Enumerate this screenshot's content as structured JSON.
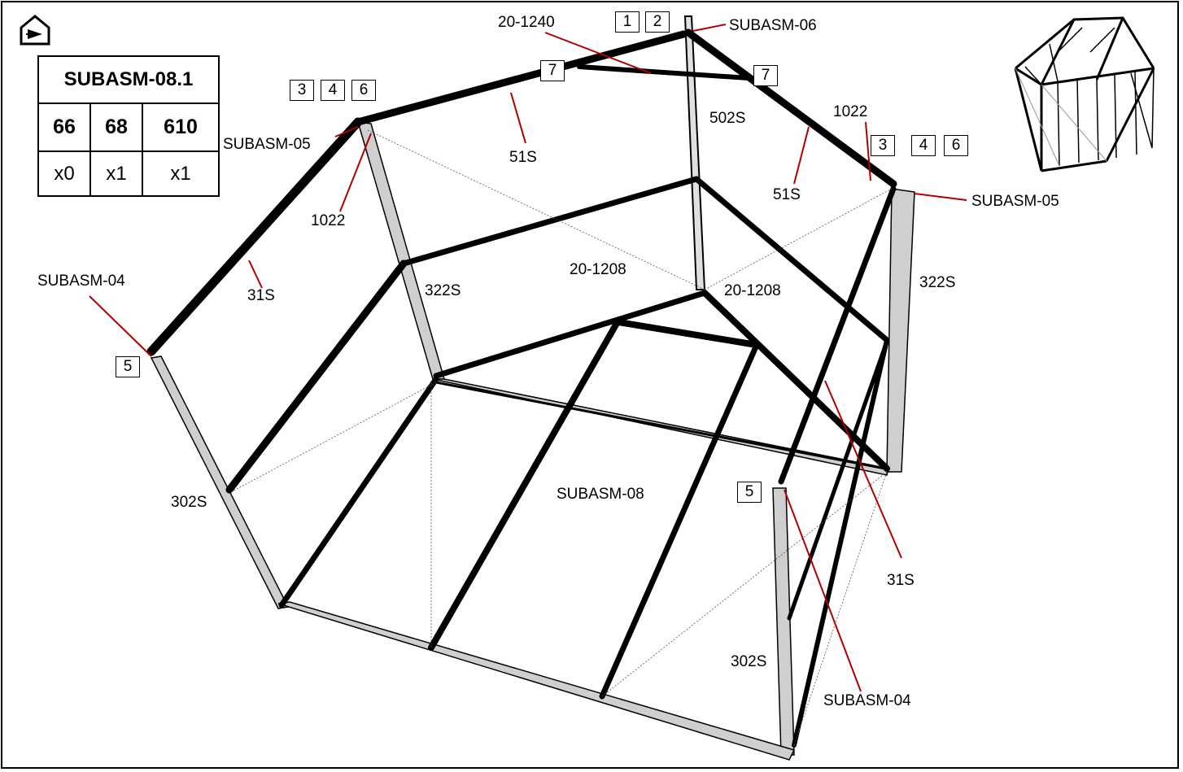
{
  "parts_table": {
    "title": "SUBASM-08.1",
    "parts": [
      {
        "id": "66",
        "qty": "x0"
      },
      {
        "id": "68",
        "qty": "x1"
      },
      {
        "id": "610",
        "qty": "x1"
      }
    ]
  },
  "step_boxes": {
    "b1": "1",
    "b2": "2",
    "b3a": "3",
    "b4a": "4",
    "b6a": "6",
    "b3b": "3",
    "b4b": "4",
    "b6b": "6",
    "b7a": "7",
    "b7b": "7",
    "b5a": "5",
    "b5b": "5"
  },
  "labels": {
    "subasm06": "SUBASM-06",
    "p20_1240": "20-1240",
    "p502s": "502S",
    "p51s_left": "51S",
    "p51s_right": "51S",
    "p1022_left": "1022",
    "p1022_right": "1022",
    "subasm05_left": "SUBASM-05",
    "subasm05_right": "SUBASM-05",
    "subasm04_left": "SUBASM-04",
    "subasm04_right": "SUBASM-04",
    "p31s_left": "31S",
    "p31s_right": "31S",
    "p322s_left": "322S",
    "p322s_right": "322S",
    "p20_1208_a": "20-1208",
    "p20_1208_b": "20-1208",
    "p302s_left": "302S",
    "p302s_right": "302S",
    "subasm08": "SUBASM-08"
  },
  "colors": {
    "leader": "#b00000",
    "frame": "#000000",
    "panel": "#cfcfcf"
  },
  "icons": [
    "home-nav-icon",
    "greenhouse-thumbnail-icon"
  ]
}
